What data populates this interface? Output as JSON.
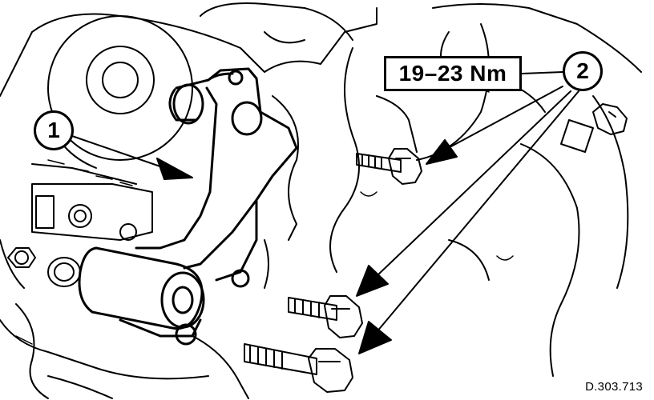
{
  "labels": {
    "torque": "19–23 Nm",
    "callout_1": "1",
    "callout_2": "2",
    "drawing_id": "D.303.713"
  }
}
